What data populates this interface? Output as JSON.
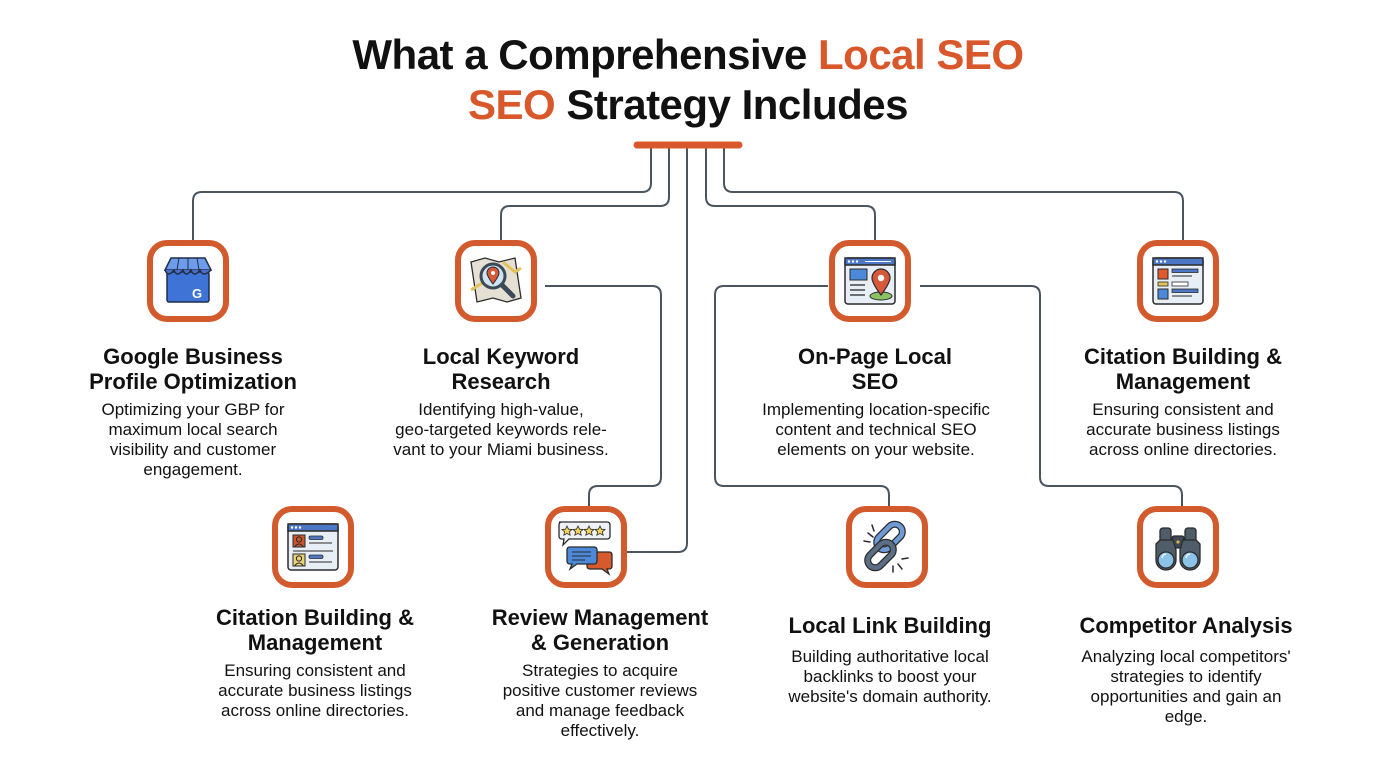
{
  "header": {
    "title_line1_prefix": "What a Comprehensive ",
    "title_line1_accent": "Local SEO",
    "title_line2_accent": "SEO",
    "title_line2_suffix": " Strategy Includes"
  },
  "colors": {
    "accent": "#D9582B",
    "icon_border": "#D35A2C",
    "connector": "#4A5560",
    "text": "#111111"
  },
  "nodes": [
    {
      "id": "gbp",
      "icon": "storefront-google-icon",
      "title_line1": "Google Business",
      "title_line2": "Profile Optimization",
      "desc_line1": "Optimizing your GBP for",
      "desc_line2": "maximum local search",
      "desc_line3": "visibility and customer",
      "desc_line4": "engagement."
    },
    {
      "id": "keyword",
      "icon": "map-search-icon",
      "title_line1": "Local Keyword",
      "title_line2": "Research",
      "desc_line1": "Identifying high-value,",
      "desc_line2": "geo-targeted keywords rele-",
      "desc_line3": "vant to your Miami business."
    },
    {
      "id": "onpage",
      "icon": "webpage-location-pin-icon",
      "title_line1": "On-Page Local",
      "title_line2": "SEO",
      "desc_line1": "Implementing location-specific",
      "desc_line2": "content and technical SEO",
      "desc_line3": "elements on your website."
    },
    {
      "id": "citation-top",
      "icon": "directory-listing-icon",
      "title_line1": "Citation Building &",
      "title_line2": "Management",
      "desc_line1": "Ensuring consistent and",
      "desc_line2": "accurate business listings",
      "desc_line3": "across online directories."
    },
    {
      "id": "citation-bottom",
      "icon": "profile-listing-icon",
      "title_line1": "Citation Building &",
      "title_line2": "Management",
      "desc_line1": "Ensuring consistent and",
      "desc_line2": "accurate business listings",
      "desc_line3": "across online directories."
    },
    {
      "id": "review",
      "icon": "review-stars-chat-icon",
      "title_line1": "Review Management",
      "title_line2": "& Generation",
      "desc_line1": "Strategies to acquire",
      "desc_line2": "positive customer reviews",
      "desc_line3": "and manage feedback",
      "desc_line4": "effectively."
    },
    {
      "id": "link",
      "icon": "chain-link-icon",
      "title_line1": "Local Link Building",
      "desc_line1": "Building authoritative local",
      "desc_line2": "backlinks to boost your",
      "desc_line3": "website's domain authority."
    },
    {
      "id": "competitor",
      "icon": "binoculars-icon",
      "title_line1": "Competitor Analysis",
      "desc_line1": "Analyzing local competitors'",
      "desc_line2": "strategies to identify",
      "desc_line3": "opportunities and gain an",
      "desc_line4": "edge."
    }
  ]
}
